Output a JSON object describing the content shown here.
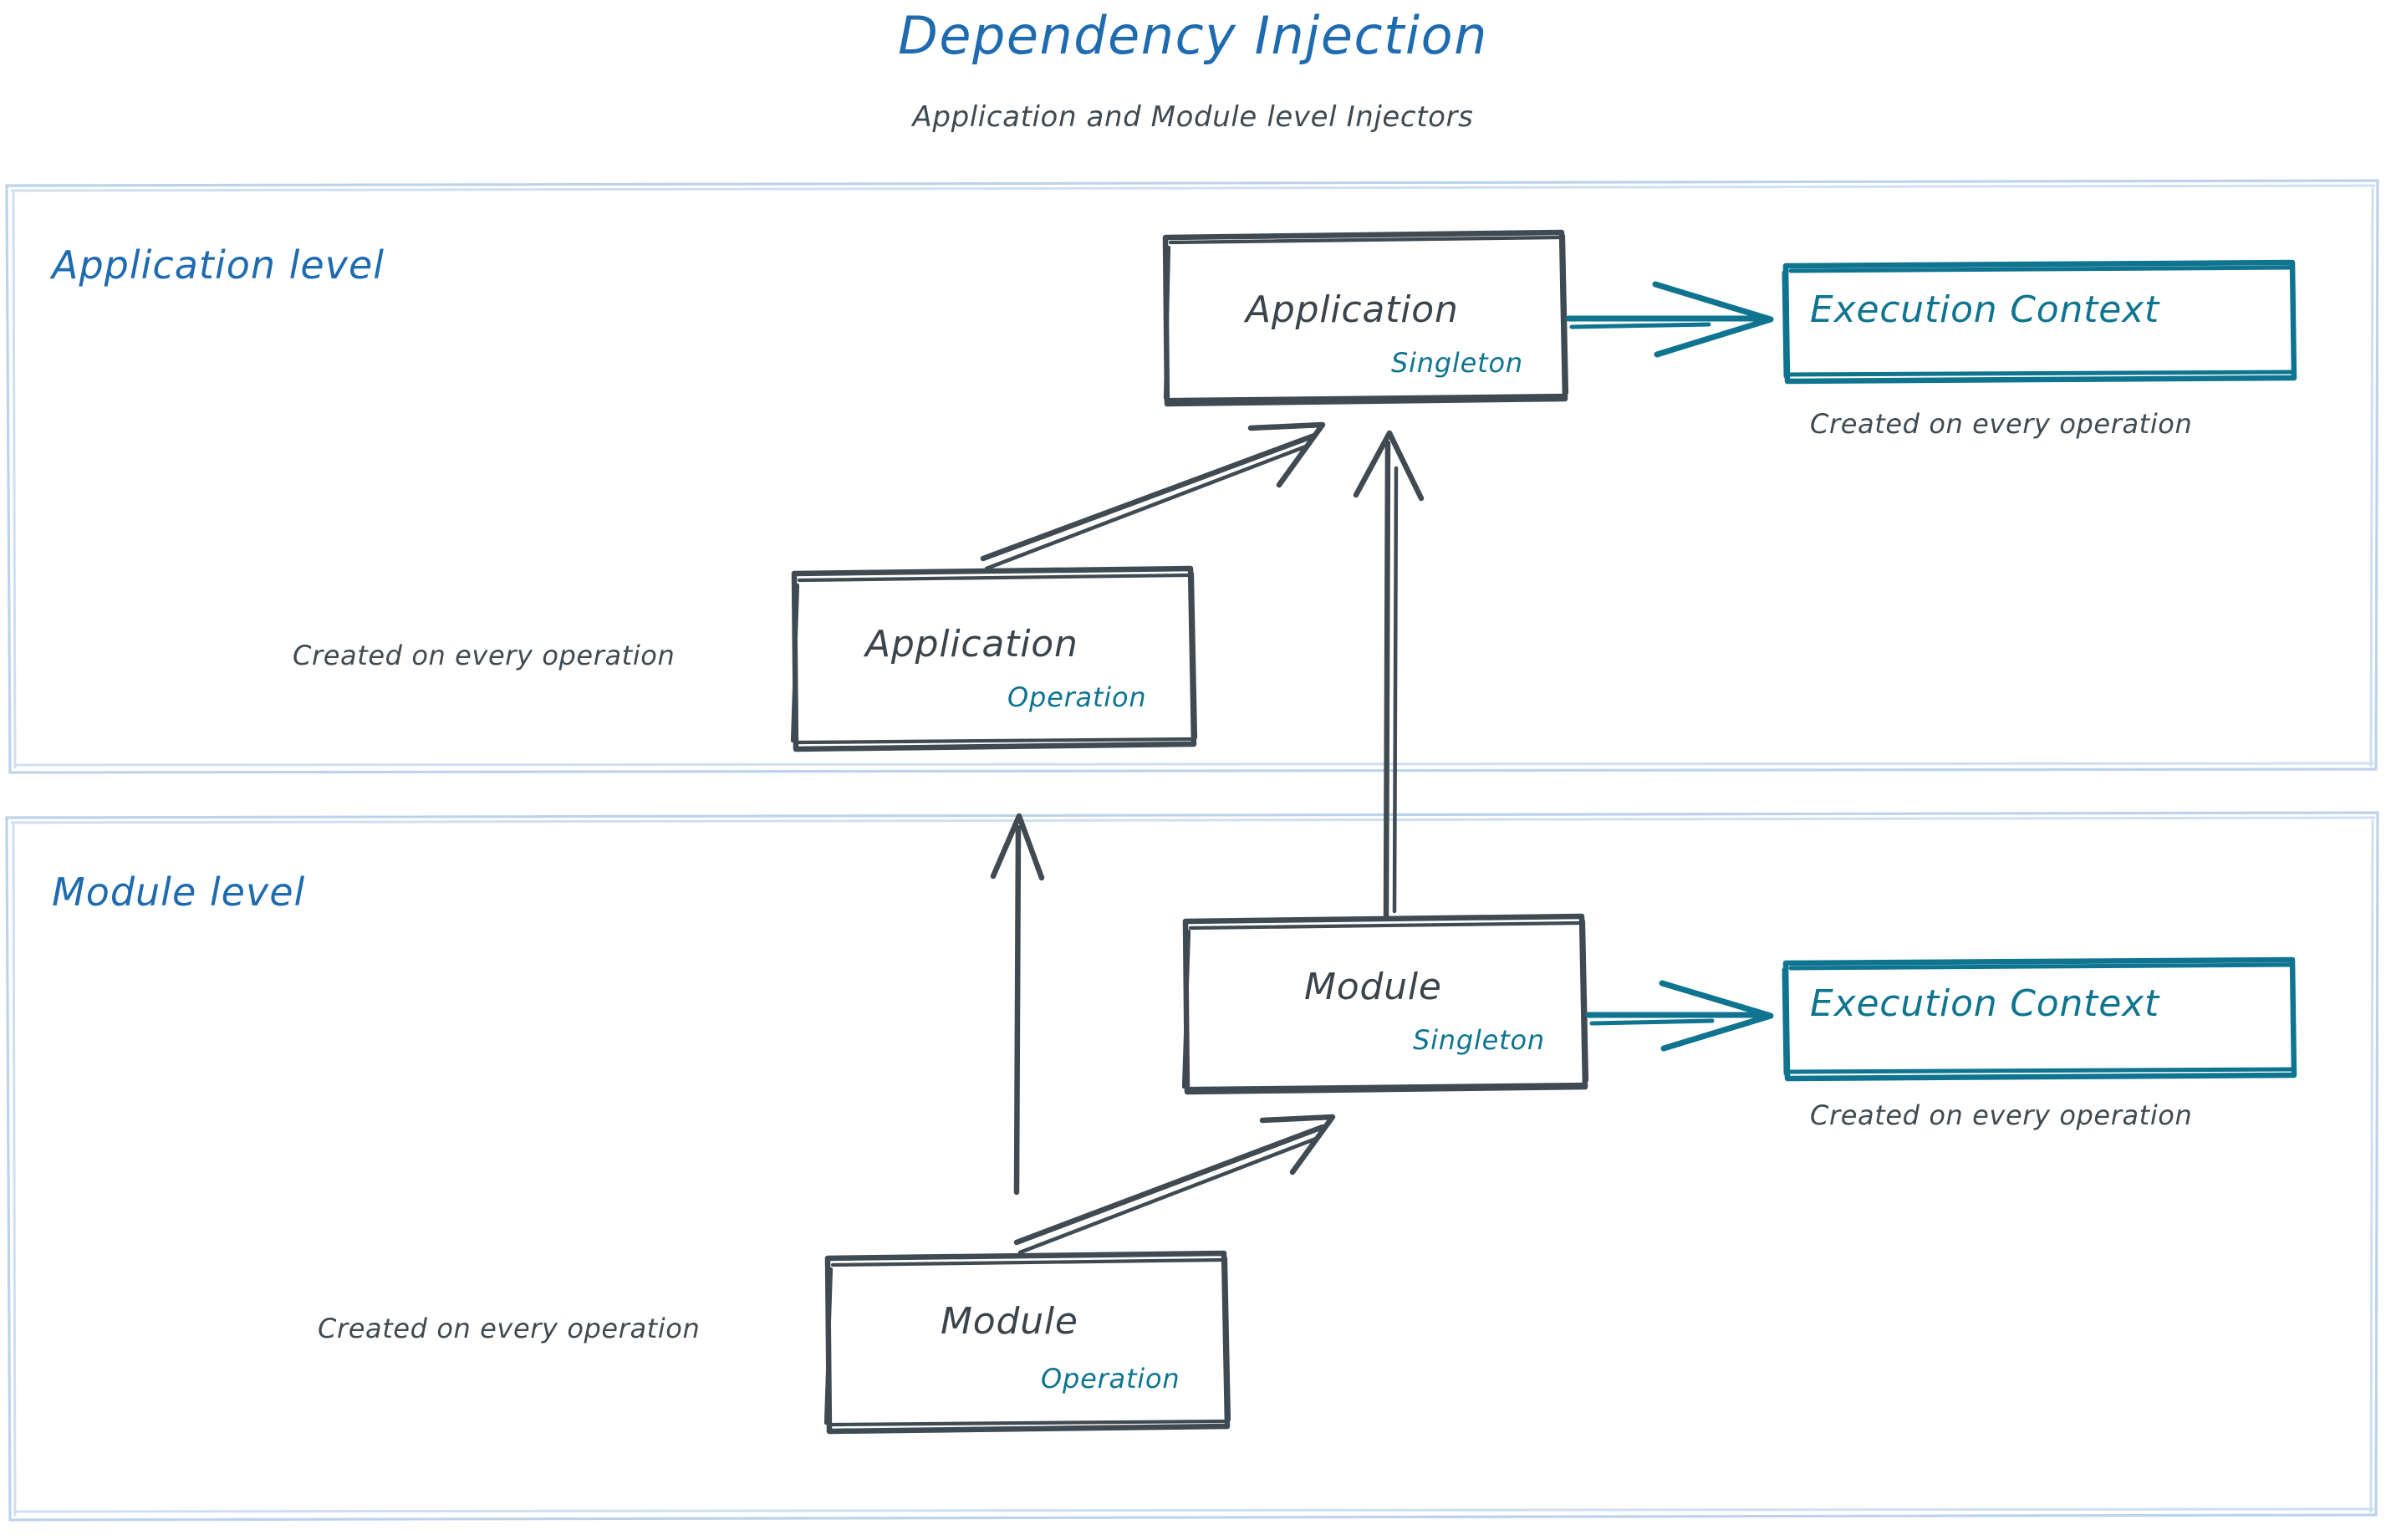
{
  "title": "Dependency Injection",
  "subtitle": "Application and Module level Injectors",
  "colors": {
    "title_blue": "#1f6bb0",
    "panel_border_blue": "#bdd3ea",
    "node_stroke_gray": "#3f4a52",
    "accent_teal": "#0e7490",
    "caption_gray": "#3f4a52",
    "background": "#ffffff"
  },
  "panels": [
    {
      "id": "application",
      "label": "Application level"
    },
    {
      "id": "module",
      "label": "Module level"
    }
  ],
  "nodes": {
    "app_singleton": {
      "label": "Application",
      "scope": "Singleton"
    },
    "app_operation": {
      "label": "Application",
      "scope": "Operation"
    },
    "mod_singleton": {
      "label": "Module",
      "scope": "Singleton"
    },
    "mod_operation": {
      "label": "Module",
      "scope": "Operation"
    },
    "exec_ctx_app": {
      "label": "Execution Context"
    },
    "exec_ctx_mod": {
      "label": "Execution Context"
    }
  },
  "captions": {
    "exec_ctx_app": "Created on every operation",
    "exec_ctx_mod": "Created on every operation",
    "app_operation": "Created on every operation",
    "mod_operation": "Created on every operation"
  },
  "edges": [
    {
      "from": "app_singleton",
      "to": "exec_ctx_app",
      "style": "teal-arrow",
      "direction": "right"
    },
    {
      "from": "mod_singleton",
      "to": "exec_ctx_mod",
      "style": "teal-arrow",
      "direction": "right"
    },
    {
      "from": "app_operation",
      "to": "app_singleton",
      "style": "gray-arrow",
      "direction": "up-right"
    },
    {
      "from": "mod_singleton",
      "to": "app_singleton",
      "style": "gray-arrow",
      "direction": "up"
    },
    {
      "from": "mod_operation",
      "to": "mod_singleton",
      "style": "gray-arrow",
      "direction": "up-right"
    },
    {
      "from": "mod_operation",
      "to": "app_operation",
      "style": "gray-arrow",
      "direction": "up"
    }
  ]
}
